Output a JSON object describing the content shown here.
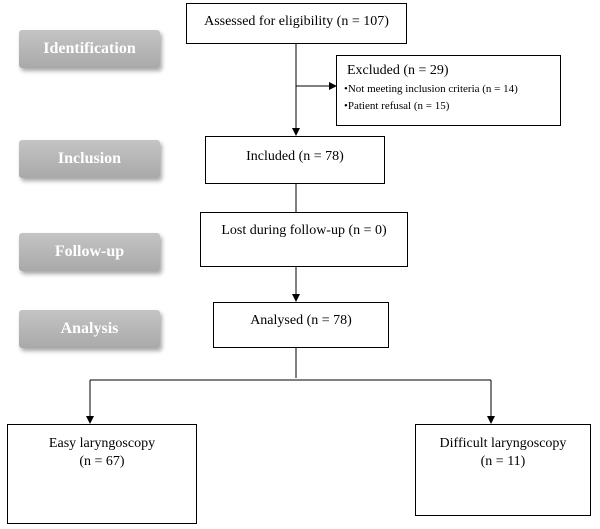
{
  "stages": {
    "identification": "Identification",
    "inclusion": "Inclusion",
    "followup": "Follow-up",
    "analysis": "Analysis"
  },
  "boxes": {
    "assessed": "Assessed for eligibility (n = 107)",
    "excluded": {
      "title": "Excluded (n = 29)",
      "items": [
        "•Not meeting inclusion criteria (n = 14)",
        "•Patient refusal (n = 15)"
      ]
    },
    "included": "Included (n = 78)",
    "lost": "Lost during follow-up (n = 0)",
    "analysed": "Analysed (n = 78)",
    "easy": {
      "label": "Easy laryngoscopy",
      "count": "(n = 67)"
    },
    "difficult": {
      "label": "Difficult laryngoscopy",
      "count": "(n = 11)"
    }
  },
  "colors": {
    "stage_fill": "#b5b5b5",
    "stage_text": "#ffffff",
    "line": "#000000"
  }
}
